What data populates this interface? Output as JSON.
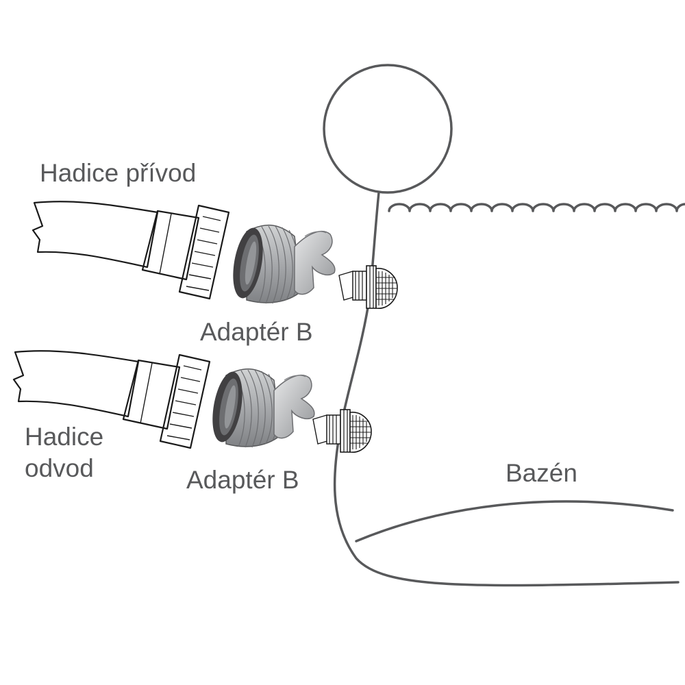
{
  "labels": {
    "inlet_hose": "Hadice přívod",
    "adapter_top": "Adaptér B",
    "outlet_hose_line1": "Hadice",
    "outlet_hose_line2": "odvod",
    "adapter_bottom": "Adaptér B",
    "pool": "Bazén"
  },
  "colors": {
    "line": "#58595b",
    "ink": "#1a1a1a",
    "adapter_body": "#a7a9ac",
    "adapter_ring": "#414042"
  }
}
